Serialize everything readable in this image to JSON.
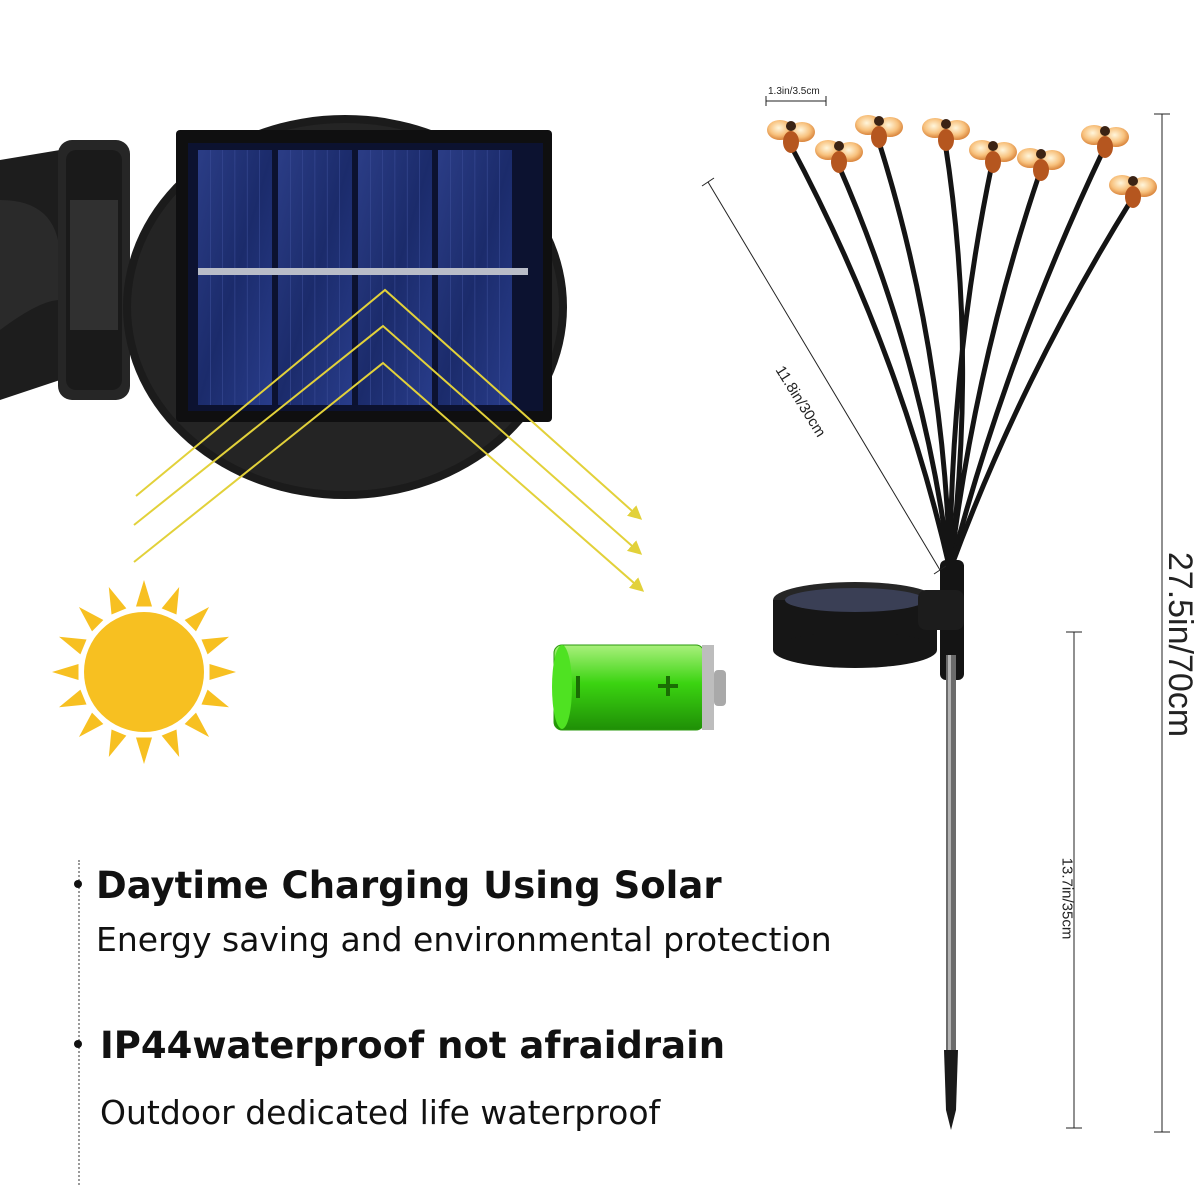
{
  "features": [
    {
      "title": "Daytime Charging Using Solar",
      "desc": "Energy saving and environmental protection"
    },
    {
      "title": "IP44waterproof not afraidrain",
      "desc": "Outdoor dedicated life waterproof"
    }
  ],
  "dimensions": {
    "head_width": "1.3in/3.5cm",
    "branch_length": "11.8in/30cm",
    "total_height": "27.5in/70cm",
    "stake_length": "13.7in/35cm"
  },
  "icons": [
    "solar-panel-icon",
    "sun-icon",
    "battery-icon",
    "firefly-stake-light-icon"
  ],
  "colors": {
    "sun": "#f7c021",
    "battery_green": "#35d30e",
    "sun_rays": "#e2d13a",
    "panel_dark": "#1c2a63",
    "bulb_glow": "#f3b46b"
  }
}
